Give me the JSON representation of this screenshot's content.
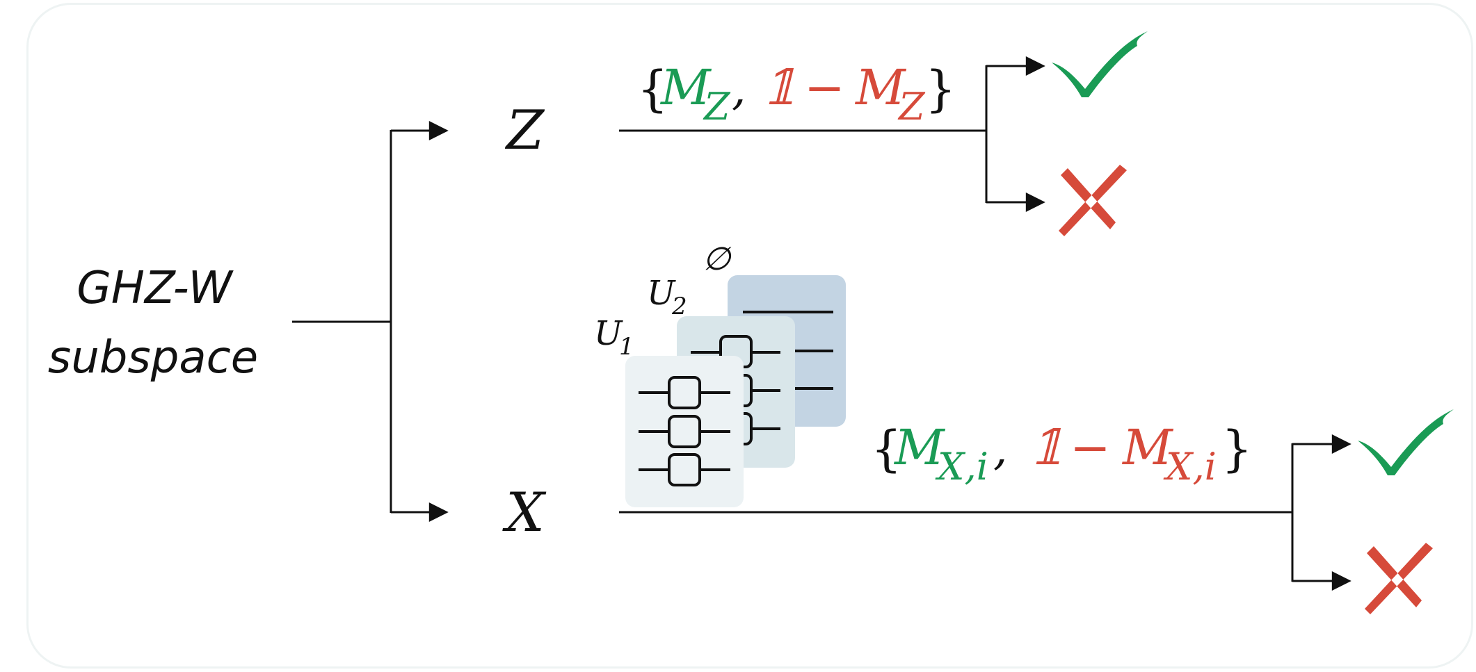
{
  "source": {
    "line1": "GHZ-W",
    "line2": "subspace"
  },
  "branches": {
    "z": {
      "label": "Z",
      "measurement": {
        "open_brace": "{",
        "first_op": "M",
        "first_sub": "Z",
        "comma": ",",
        "identity": "𝟙",
        "minus": "−",
        "second_op": "M",
        "second_sub": "Z",
        "close_brace": "}"
      }
    },
    "x": {
      "label": "X",
      "measurement": {
        "open_brace": "{",
        "first_op": "M",
        "first_sub": "X,i",
        "comma": ",",
        "identity": "𝟙",
        "minus": "−",
        "second_op": "M",
        "second_sub": "X,i",
        "close_brace": "}"
      }
    }
  },
  "circuits": {
    "empty_label": "∅",
    "u2_label": "U",
    "u2_sub": "2",
    "u1_label": "U",
    "u1_sub": "1"
  },
  "colors": {
    "accept": "#1a9b55",
    "reject": "#d64a3a",
    "card_back": "#c3d4e3",
    "card_mid": "#d9e6ea",
    "card_front": "#ecf2f4"
  },
  "icons": {
    "accept": "check-icon",
    "reject": "cross-icon"
  }
}
